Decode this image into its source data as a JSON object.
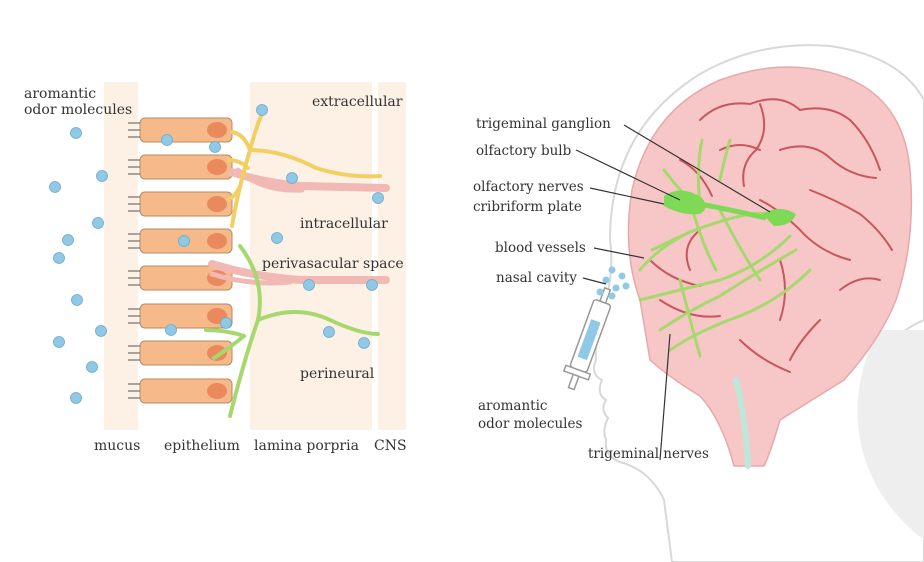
{
  "left_panel": {
    "labels": {
      "aromatic_line1": "aromantic",
      "aromatic_line2": "odor molecules",
      "extracellular": "extracellular",
      "intracellular": "intracellular",
      "perivascular": "perivasacular space",
      "perineural": "perineural"
    },
    "columns": {
      "mucus": "mucus",
      "epithelium": "epithelium",
      "lamina": "lamina porpria",
      "cns": "CNS"
    }
  },
  "right_panel": {
    "labels": {
      "trigeminal_ganglion": "trigeminal ganglion",
      "olfactory_bulb": "olfactory bulb",
      "olfactory_nerves": "olfactory nerves",
      "cribriform_plate": "cribriform plate",
      "blood_vessels": "blood vessels",
      "nasal_cavity": "nasal cavity",
      "aromatic_line1": "aromantic",
      "aromatic_line2": "odor molecules",
      "trigeminal_nerves": "trigeminal nerves"
    }
  },
  "colors": {
    "mucus_bg": "#fdf1e6",
    "cell_fill": "#f6b98a",
    "cell_stroke": "#b98a63",
    "nucleus": "#ea8a5c",
    "molecule": "#8fc9e6",
    "yellow_nerve": "#f2cf62",
    "green_nerve": "#a7d86e",
    "vessel": "#f2b9b4",
    "brain": "#f6c7c6",
    "brain_vessel": "#c9555d",
    "bright_green": "#7ed957"
  }
}
